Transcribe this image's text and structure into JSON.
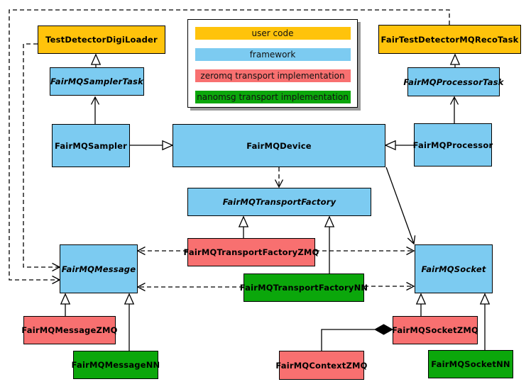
{
  "palette": {
    "user_code": "#FFC30B",
    "framework": "#7CCBF1",
    "zeromq": "#F87070",
    "nanomsg": "#0BA70B",
    "line": "#000000",
    "shadow": "#9A9A9A",
    "background": "#FFFFFF"
  },
  "legend": {
    "items": [
      {
        "label": "user code",
        "color": "#FFC30B",
        "color_key": "user_code"
      },
      {
        "label": "framework",
        "color": "#7CCBF1",
        "color_key": "framework"
      },
      {
        "label": "zeromq transport implementation",
        "color": "#F87070",
        "color_key": "zeromq"
      },
      {
        "label": "nanomsg transport implementation",
        "color": "#0BA70B",
        "color_key": "nanomsg"
      }
    ]
  },
  "nodes": [
    {
      "id": "TestDetectorDigiLoader",
      "label": "TestDetectorDigiLoader",
      "category": "user code",
      "abstract": false
    },
    {
      "id": "FairTestDetectorMQRecoTask",
      "label": "FairTestDetectorMQRecoTask",
      "category": "user code",
      "abstract": false
    },
    {
      "id": "FairMQSamplerTask",
      "label": "FairMQSamplerTask",
      "category": "framework",
      "abstract": true
    },
    {
      "id": "FairMQProcessorTask",
      "label": "FairMQProcessorTask",
      "category": "framework",
      "abstract": true
    },
    {
      "id": "FairMQSampler",
      "label": "FairMQSampler",
      "category": "framework",
      "abstract": false
    },
    {
      "id": "FairMQDevice",
      "label": "FairMQDevice",
      "category": "framework",
      "abstract": false
    },
    {
      "id": "FairMQProcessor",
      "label": "FairMQProcessor",
      "category": "framework",
      "abstract": false
    },
    {
      "id": "FairMQTransportFactory",
      "label": "FairMQTransportFactory",
      "category": "framework",
      "abstract": true
    },
    {
      "id": "FairMQTransportFactoryZMQ",
      "label": "FairMQTransportFactoryZMQ",
      "category": "zeromq",
      "abstract": false
    },
    {
      "id": "FairMQTransportFactoryNN",
      "label": "FairMQTransportFactoryNN",
      "category": "nanomsg",
      "abstract": false
    },
    {
      "id": "FairMQMessage",
      "label": "FairMQMessage",
      "category": "framework",
      "abstract": true
    },
    {
      "id": "FairMQSocket",
      "label": "FairMQSocket",
      "category": "framework",
      "abstract": true
    },
    {
      "id": "FairMQMessageZMQ",
      "label": "FairMQMessageZMQ",
      "category": "zeromq",
      "abstract": false
    },
    {
      "id": "FairMQMessageNN",
      "label": "FairMQMessageNN",
      "category": "nanomsg",
      "abstract": false
    },
    {
      "id": "FairMQSocketZMQ",
      "label": "FairMQSocketZMQ",
      "category": "zeromq",
      "abstract": false
    },
    {
      "id": "FairMQSocketNN",
      "label": "FairMQSocketNN",
      "category": "nanomsg",
      "abstract": false
    },
    {
      "id": "FairMQContextZMQ",
      "label": "FairMQContextZMQ",
      "category": "zeromq",
      "abstract": false
    }
  ],
  "edges": [
    {
      "from": "FairMQSamplerTask",
      "to": "TestDetectorDigiLoader",
      "style": "solid",
      "head": "hollow-triangle"
    },
    {
      "from": "FairMQProcessorTask",
      "to": "FairTestDetectorMQRecoTask",
      "style": "solid",
      "head": "hollow-triangle"
    },
    {
      "from": "FairMQSampler",
      "to": "FairMQSamplerTask",
      "style": "solid",
      "head": "open-arrow"
    },
    {
      "from": "FairMQProcessor",
      "to": "FairMQProcessorTask",
      "style": "solid",
      "head": "open-arrow"
    },
    {
      "from": "FairMQSampler",
      "to": "FairMQDevice",
      "style": "solid",
      "head": "hollow-triangle"
    },
    {
      "from": "FairMQProcessor",
      "to": "FairMQDevice",
      "style": "solid",
      "head": "hollow-triangle"
    },
    {
      "from": "FairMQDevice",
      "to": "FairMQTransportFactory",
      "style": "dashed",
      "head": "open-arrow"
    },
    {
      "from": "FairMQDevice",
      "to": "FairMQSocket",
      "style": "solid",
      "head": "open-arrow"
    },
    {
      "from": "FairMQTransportFactoryZMQ",
      "to": "FairMQTransportFactory",
      "style": "solid",
      "head": "hollow-triangle"
    },
    {
      "from": "FairMQTransportFactoryNN",
      "to": "FairMQTransportFactory",
      "style": "solid",
      "head": "hollow-triangle"
    },
    {
      "from": "FairMQTransportFactoryZMQ",
      "to": "FairMQMessage",
      "style": "dashed",
      "head": "open-arrow"
    },
    {
      "from": "FairMQTransportFactoryZMQ",
      "to": "FairMQSocket",
      "style": "dashed",
      "head": "open-arrow"
    },
    {
      "from": "FairMQTransportFactoryNN",
      "to": "FairMQMessage",
      "style": "dashed",
      "head": "open-arrow"
    },
    {
      "from": "FairMQTransportFactoryNN",
      "to": "FairMQSocket",
      "style": "dashed",
      "head": "open-arrow"
    },
    {
      "from": "TestDetectorDigiLoader",
      "to": "FairMQMessage",
      "style": "dashed",
      "head": "open-arrow"
    },
    {
      "from": "FairTestDetectorMQRecoTask",
      "to": "FairMQMessage",
      "style": "dashed",
      "head": "open-arrow"
    },
    {
      "from": "FairMQMessageZMQ",
      "to": "FairMQMessage",
      "style": "solid",
      "head": "hollow-triangle"
    },
    {
      "from": "FairMQMessageNN",
      "to": "FairMQMessage",
      "style": "solid",
      "head": "hollow-triangle"
    },
    {
      "from": "FairMQSocketZMQ",
      "to": "FairMQSocket",
      "style": "solid",
      "head": "hollow-triangle"
    },
    {
      "from": "FairMQSocketNN",
      "to": "FairMQSocket",
      "style": "solid",
      "head": "hollow-triangle"
    },
    {
      "from": "FairMQContextZMQ",
      "to": "FairMQSocketZMQ",
      "style": "solid",
      "head": "filled-diamond"
    }
  ]
}
